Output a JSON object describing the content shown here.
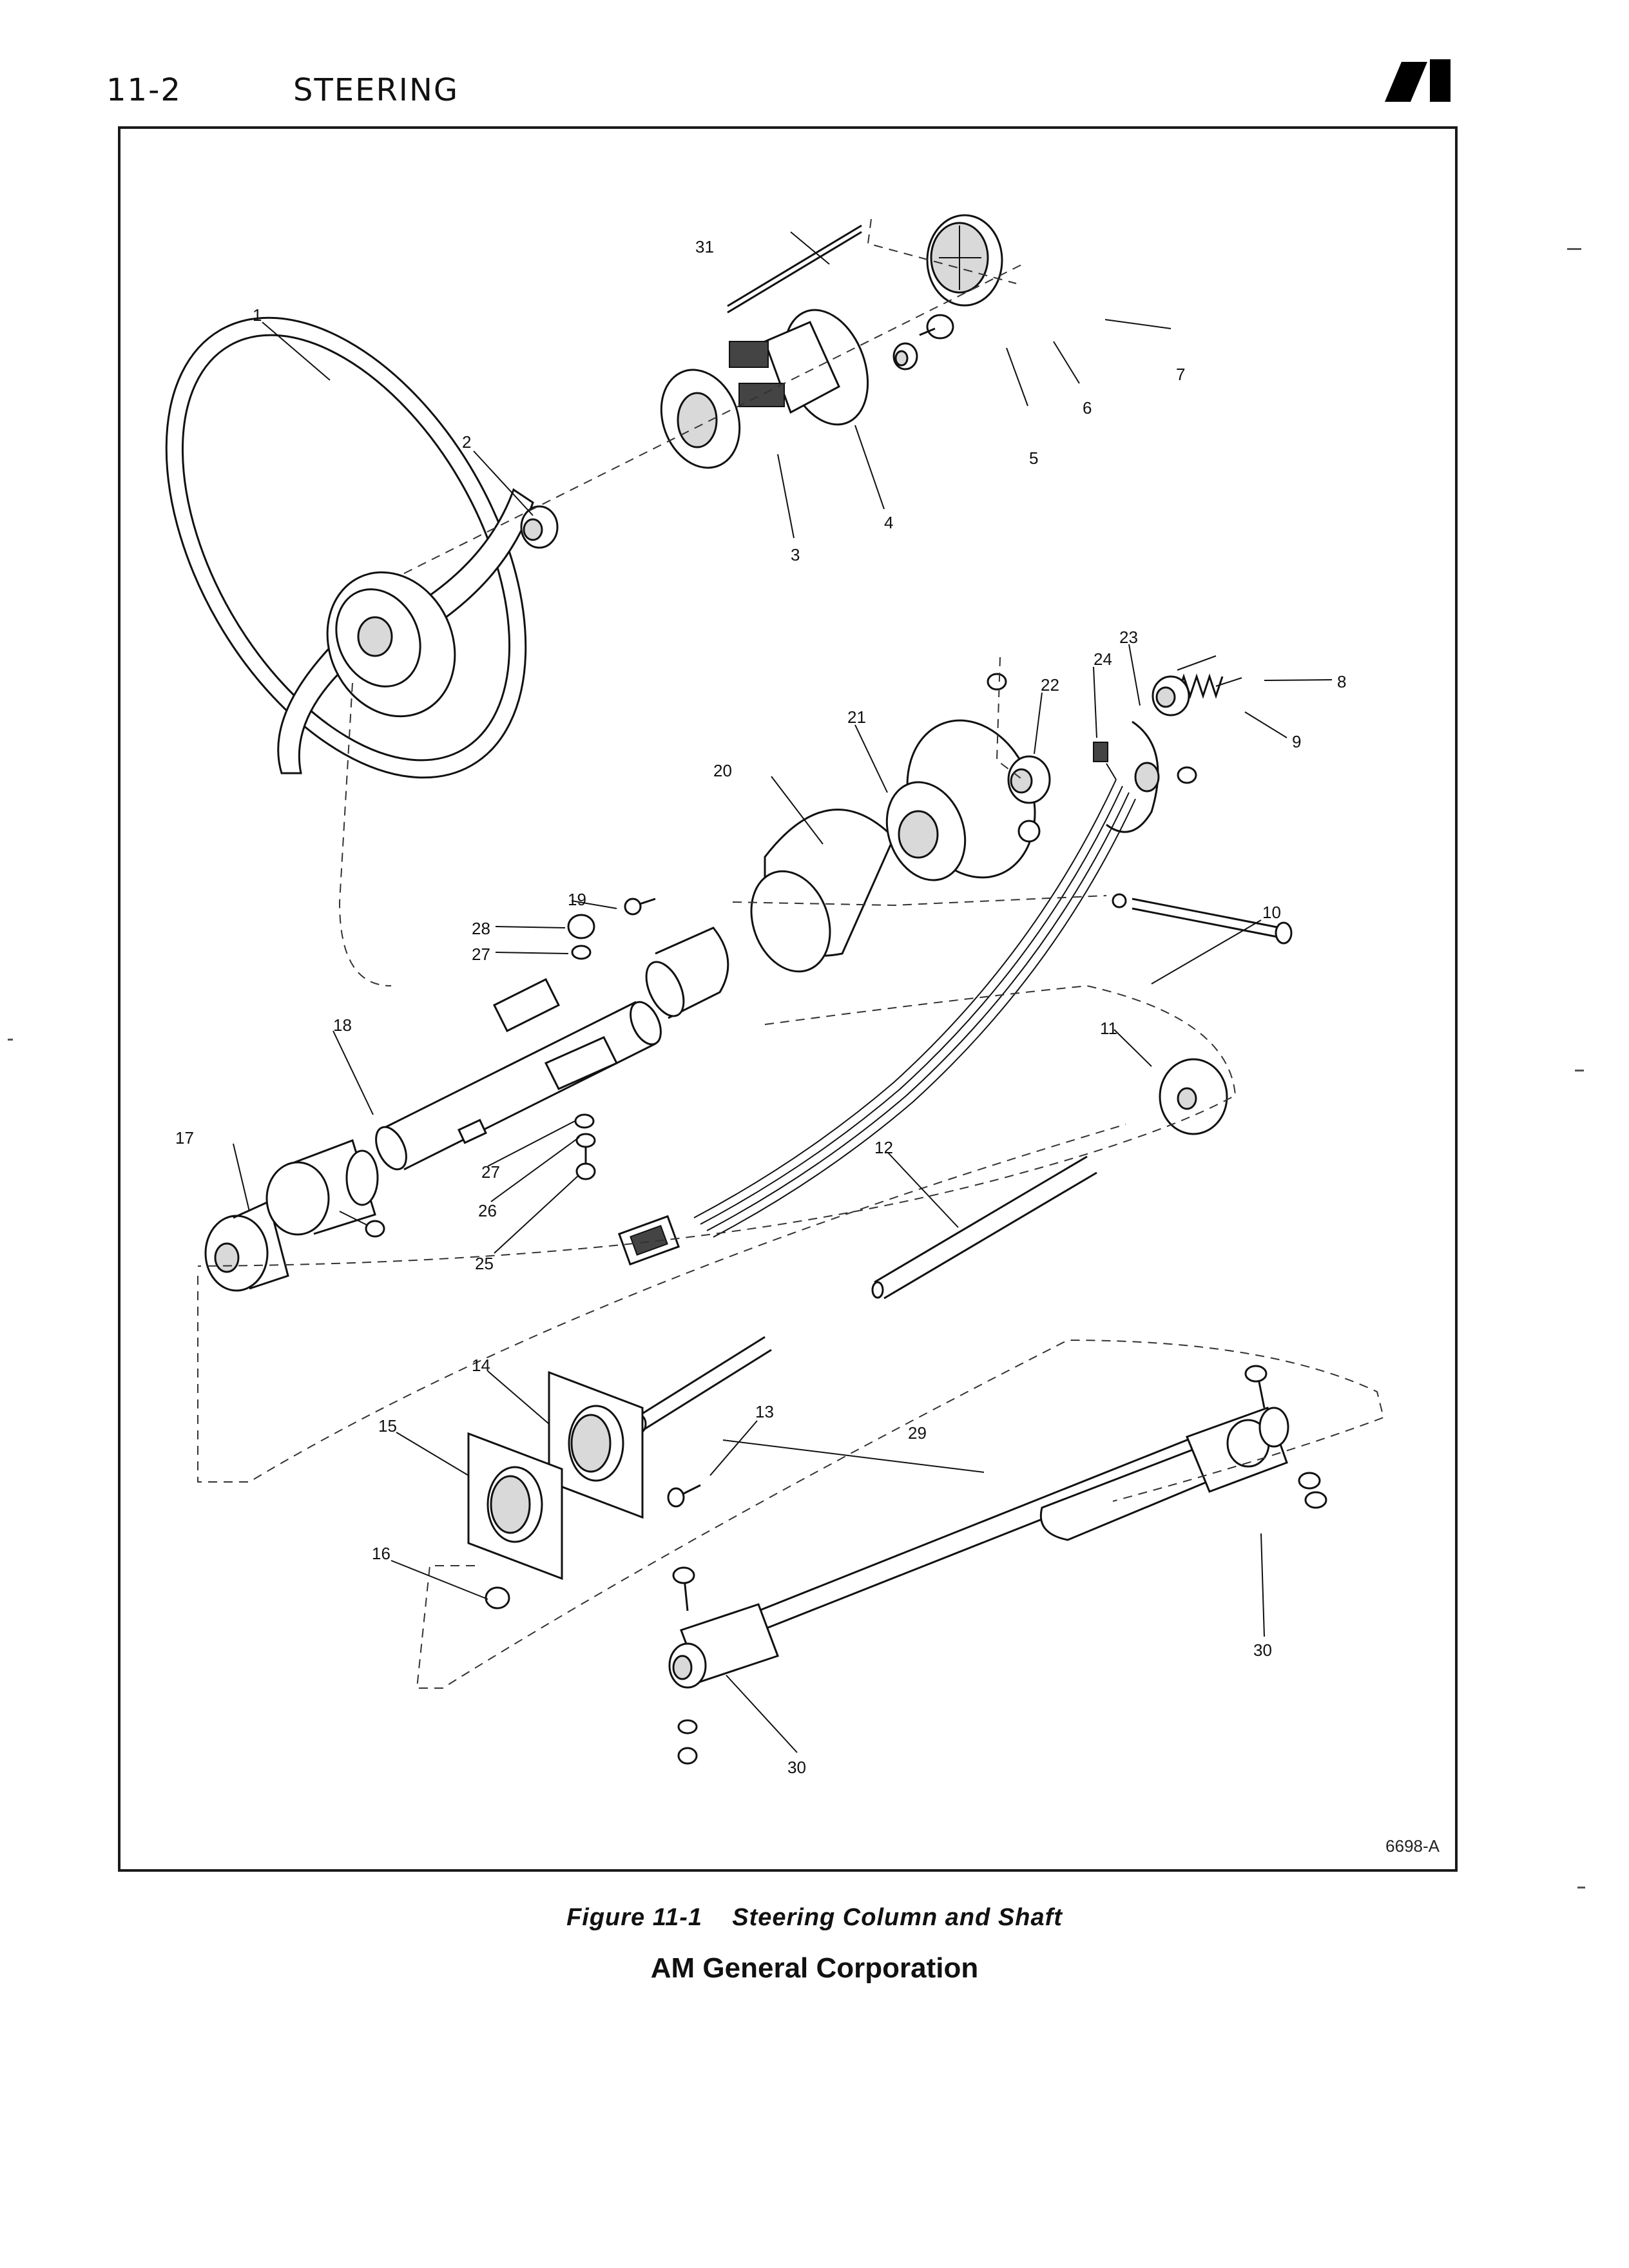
{
  "header": {
    "page_number": "11-2",
    "section_title": "STEERING"
  },
  "figure": {
    "drawing_number": "6698-A",
    "caption": "Figure 11-1    Steering Column and Shaft",
    "callouts": [
      "1",
      "2",
      "3",
      "4",
      "5",
      "6",
      "7",
      "8",
      "9",
      "10",
      "11",
      "12",
      "13",
      "14",
      "15",
      "16",
      "17",
      "18",
      "19",
      "20",
      "21",
      "22",
      "23",
      "24",
      "25",
      "26",
      "27",
      "27",
      "28",
      "29",
      "30",
      "30",
      "31"
    ]
  },
  "footer": {
    "company": "AM General Corporation"
  }
}
